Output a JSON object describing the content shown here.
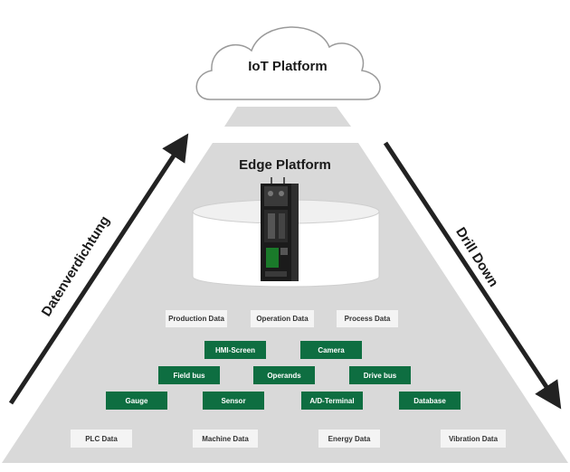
{
  "iot_platform": {
    "title": "IoT Platform"
  },
  "edge_platform": {
    "title": "Edge Platform",
    "device_icon": "edge-gateway-device-icon"
  },
  "arrows": {
    "left_label": "Datenverdichtung",
    "right_label": "Drill Down"
  },
  "data_categories": {
    "upper": [
      "Production Data",
      "Operation Data",
      "Process Data"
    ],
    "lower": [
      "PLC Data",
      "Machine Data",
      "Energy Data",
      "Vibration Data"
    ]
  },
  "components": {
    "row1": [
      "HMI-Screen",
      "Camera"
    ],
    "row2": [
      "Field bus",
      "Operands",
      "Drive bus"
    ],
    "row3": [
      "Gauge",
      "Sensor",
      "A/D-Terminal",
      "Database"
    ]
  },
  "colors": {
    "pyramid": "#d9d9d9",
    "component_green": "#0e6e41",
    "data_box": "#f4f4f4",
    "arrow": "#222222",
    "cloud_stroke": "#9a9a9a"
  }
}
